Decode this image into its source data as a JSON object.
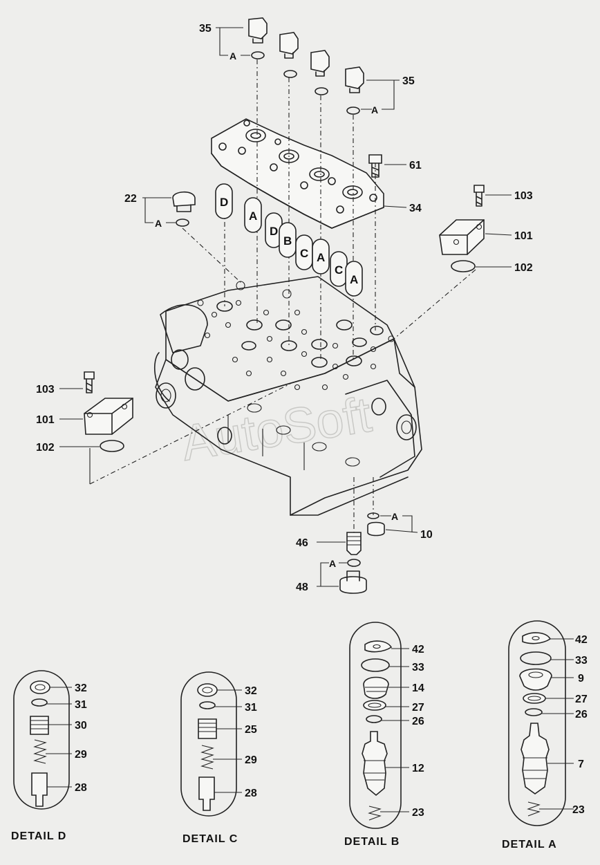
{
  "watermark": "AutoSoft",
  "callouts": {
    "c35a": "35",
    "c35b": "35",
    "c61": "61",
    "c22": "22",
    "c34": "34",
    "c103r": "103",
    "c101r": "101",
    "c102r": "102",
    "c103l": "103",
    "c101l": "101",
    "c102l": "102",
    "c10": "10",
    "c46": "46",
    "c48": "48",
    "a1": "A",
    "a2": "A",
    "a3": "A",
    "a4": "A",
    "a5": "A"
  },
  "spool_tags": [
    "D",
    "A",
    "D",
    "B",
    "C",
    "A",
    "C",
    "A"
  ],
  "details": {
    "d": {
      "caption": "DETAIL D",
      "labels": [
        "32",
        "31",
        "30",
        "29",
        "28"
      ]
    },
    "c": {
      "caption": "DETAIL C",
      "labels": [
        "32",
        "31",
        "25",
        "29",
        "28"
      ]
    },
    "b": {
      "caption": "DETAIL B",
      "labels": [
        "42",
        "33",
        "14",
        "27",
        "26",
        "12",
        "23"
      ]
    },
    "a": {
      "caption": "DETAIL A",
      "labels": [
        "42",
        "33",
        "9",
        "27",
        "26",
        "7",
        "23"
      ]
    }
  },
  "colors": {
    "background": "#eeeeec",
    "ink": "#222222",
    "watermark": "#c9c9c6"
  }
}
